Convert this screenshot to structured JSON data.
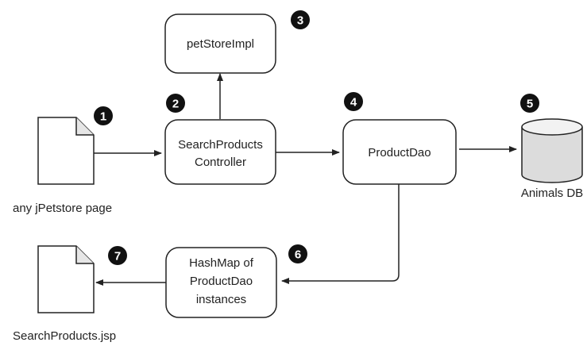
{
  "nodes": {
    "petstore": {
      "label": "petStoreImpl"
    },
    "controller": {
      "line1": "SearchProducts",
      "line2": "Controller"
    },
    "dao": {
      "label": "ProductDao"
    },
    "hashmap": {
      "line1": "HashMap of",
      "line2": "ProductDao",
      "line3": "instances"
    }
  },
  "documents": {
    "input": {
      "caption": "any jPetstore page"
    },
    "output": {
      "caption": "SearchProducts.jsp"
    }
  },
  "database": {
    "caption": "Animals DB"
  },
  "badges": [
    "1",
    "2",
    "3",
    "4",
    "5",
    "6",
    "7"
  ],
  "colors": {
    "stroke": "#222222",
    "badge": "#111111",
    "db_fill": "#dcdcdc",
    "db_top": "#f2f2f2"
  }
}
